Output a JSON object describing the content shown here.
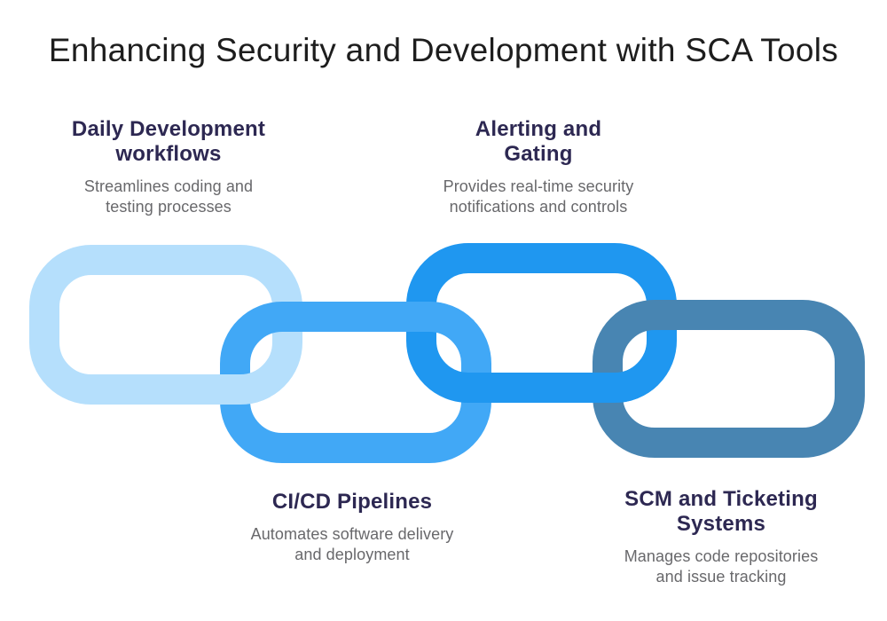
{
  "title": "Enhancing Security and Development with SCA Tools",
  "colors": {
    "background": "#FFFFFF",
    "title_text": "#1D1D1D",
    "heading_text": "#2D2852",
    "description_text": "#68686B",
    "link_daily_development": "#B5DFFC",
    "link_cicd": "#41A8F6",
    "link_alerting": "#1F97F0",
    "link_scm": "#4885B2"
  },
  "chain": {
    "links": [
      {
        "name": "Daily Development workflows",
        "color": "#B5DFFC",
        "label_position": "above",
        "heading_lines": [
          "Daily Development",
          "workflows"
        ],
        "description_lines": [
          "Streamlines coding and",
          "testing processes"
        ]
      },
      {
        "name": "CI/CD Pipelines",
        "color": "#41A8F6",
        "label_position": "below",
        "heading_lines": [
          "CI/CD Pipelines"
        ],
        "description_lines": [
          "Automates software delivery",
          "and deployment"
        ]
      },
      {
        "name": "Alerting and Gating",
        "color": "#1F97F0",
        "label_position": "above",
        "heading_lines": [
          "Alerting and",
          "Gating"
        ],
        "description_lines": [
          "Provides real-time security",
          "notifications and controls"
        ]
      },
      {
        "name": "SCM and Ticketing Systems",
        "color": "#4885B2",
        "label_position": "below",
        "heading_lines": [
          "SCM and Ticketing",
          "Systems"
        ],
        "description_lines": [
          "Manages code repositories",
          "and issue tracking"
        ]
      }
    ]
  }
}
